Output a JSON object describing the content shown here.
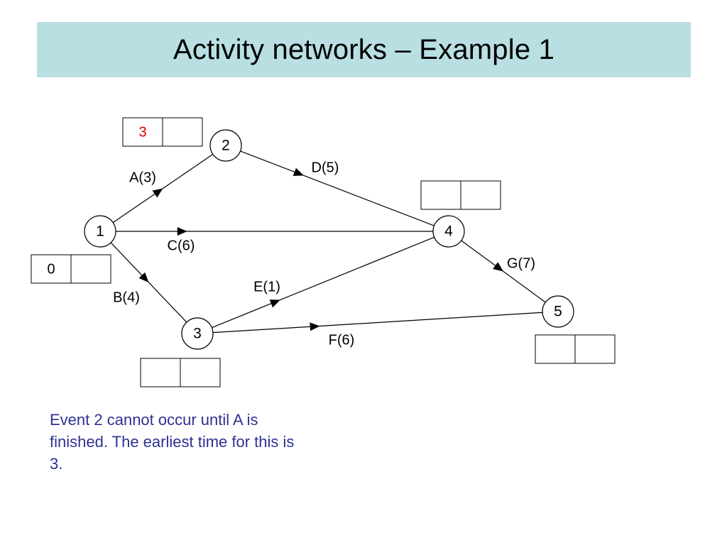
{
  "title": "Activity networks – Example 1",
  "colors": {
    "title_bg": "#b9dfe3",
    "highlight": "#e00000",
    "note_text": "#2e3192"
  },
  "nodes": [
    {
      "id": "1",
      "label": "1"
    },
    {
      "id": "2",
      "label": "2"
    },
    {
      "id": "3",
      "label": "3"
    },
    {
      "id": "4",
      "label": "4"
    },
    {
      "id": "5",
      "label": "5"
    }
  ],
  "activities": [
    {
      "from": "1",
      "to": "2",
      "label": "A(3)"
    },
    {
      "from": "1",
      "to": "4",
      "label": "C(6)"
    },
    {
      "from": "1",
      "to": "3",
      "label": "B(4)"
    },
    {
      "from": "2",
      "to": "4",
      "label": "D(5)"
    },
    {
      "from": "3",
      "to": "4",
      "label": "E(1)"
    },
    {
      "from": "3",
      "to": "5",
      "label": "F(6)"
    },
    {
      "from": "4",
      "to": "5",
      "label": "G(7)"
    }
  ],
  "time_boxes": [
    {
      "node": "1",
      "earliest": "0",
      "latest": "",
      "highlight": false
    },
    {
      "node": "2",
      "earliest": "3",
      "latest": "",
      "highlight": true
    },
    {
      "node": "3",
      "earliest": "",
      "latest": "",
      "highlight": false
    },
    {
      "node": "4",
      "earliest": "",
      "latest": "",
      "highlight": false
    },
    {
      "node": "5",
      "earliest": "",
      "latest": "",
      "highlight": false
    }
  ],
  "note": "Event 2 cannot occur until A is finished. The earliest time for this is 3."
}
